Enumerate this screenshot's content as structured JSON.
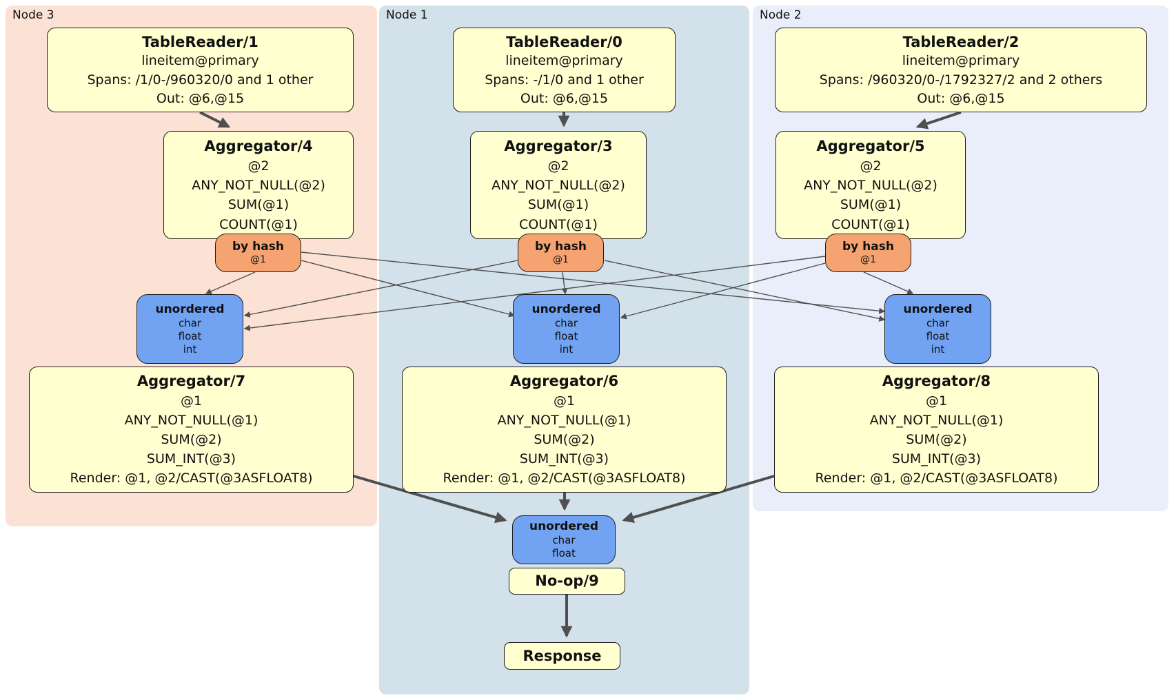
{
  "regions": [
    {
      "label": "Node 3"
    },
    {
      "label": "Node 1"
    },
    {
      "label": "Node 2"
    }
  ],
  "boxes": {
    "tablereader1": {
      "title": "TableReader/1",
      "lines": [
        "lineitem@primary",
        "Spans: /1/0-/960320/0 and 1 other",
        "Out: @6,@15"
      ]
    },
    "tablereader0": {
      "title": "TableReader/0",
      "lines": [
        "lineitem@primary",
        "Spans: -/1/0 and 1 other",
        "Out: @6,@15"
      ]
    },
    "tablereader2": {
      "title": "TableReader/2",
      "lines": [
        "lineitem@primary",
        "Spans: /960320/0-/1792327/2 and 2 others",
        "Out: @6,@15"
      ]
    },
    "aggregator4": {
      "title": "Aggregator/4",
      "lines": [
        "@2",
        "ANY_NOT_NULL(@2)",
        "SUM(@1)",
        "COUNT(@1)"
      ]
    },
    "aggregator3": {
      "title": "Aggregator/3",
      "lines": [
        "@2",
        "ANY_NOT_NULL(@2)",
        "SUM(@1)",
        "COUNT(@1)"
      ]
    },
    "aggregator5": {
      "title": "Aggregator/5",
      "lines": [
        "@2",
        "ANY_NOT_NULL(@2)",
        "SUM(@1)",
        "COUNT(@1)"
      ]
    },
    "router_left": {
      "title": "by hash",
      "sub": "@1"
    },
    "router_mid": {
      "title": "by hash",
      "sub": "@1"
    },
    "router_right": {
      "title": "by hash",
      "sub": "@1"
    },
    "sync_left": {
      "title": "unordered",
      "lines": [
        "char",
        "float",
        "int"
      ]
    },
    "sync_mid": {
      "title": "unordered",
      "lines": [
        "char",
        "float",
        "int"
      ]
    },
    "sync_right": {
      "title": "unordered",
      "lines": [
        "char",
        "float",
        "int"
      ]
    },
    "aggregator7": {
      "title": "Aggregator/7",
      "lines": [
        "@1",
        "ANY_NOT_NULL(@1)",
        "SUM(@2)",
        "SUM_INT(@3)",
        "Render: @1, @2/CAST(@3ASFLOAT8)"
      ]
    },
    "aggregator6": {
      "title": "Aggregator/6",
      "lines": [
        "@1",
        "ANY_NOT_NULL(@1)",
        "SUM(@2)",
        "SUM_INT(@3)",
        "Render: @1, @2/CAST(@3ASFLOAT8)"
      ]
    },
    "aggregator8": {
      "title": "Aggregator/8",
      "lines": [
        "@1",
        "ANY_NOT_NULL(@1)",
        "SUM(@2)",
        "SUM_INT(@3)",
        "Render: @1, @2/CAST(@3ASFLOAT8)"
      ]
    },
    "sync_final": {
      "title": "unordered",
      "lines": [
        "char",
        "float"
      ]
    },
    "noop": {
      "title": "No-op/9"
    },
    "response": {
      "title": "Response"
    }
  },
  "colors": {
    "node3-bg": "#fce2d5",
    "node1-bg": "#d3e1ea",
    "node2-bg": "#e9eefa",
    "box-bg": "#ffffd0",
    "router-bg": "#f5a471",
    "sync-bg": "#71a3f2",
    "edge-color": "#4f4f4f",
    "border-color": "#1d1d1d"
  }
}
